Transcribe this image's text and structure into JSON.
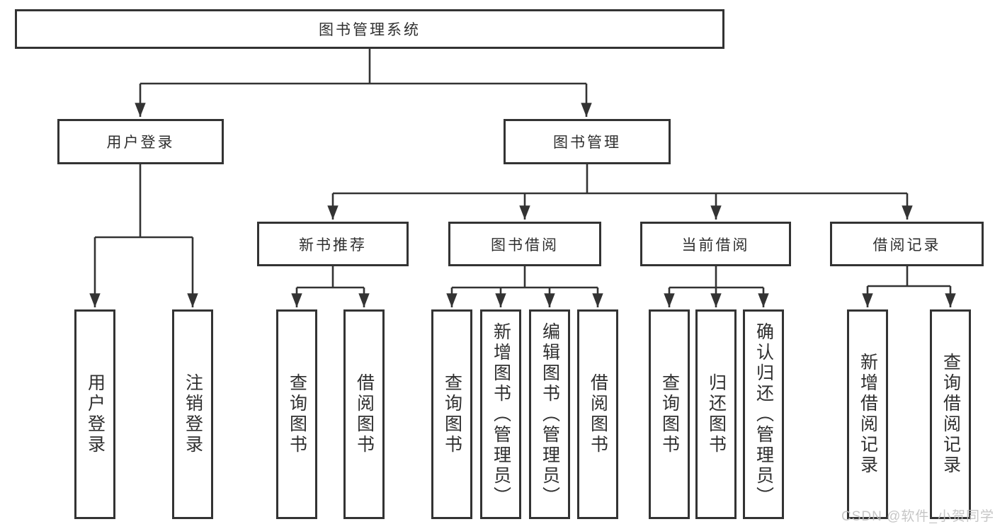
{
  "nodes": {
    "root": "图书管理系统",
    "level2": [
      "用户登录",
      "图书管理"
    ],
    "level3": [
      "新书推荐",
      "图书借阅",
      "当前借阅",
      "借阅记录"
    ],
    "level4": {
      "login": [
        "用户登录",
        "注销登录"
      ],
      "recommend": [
        "查询图书",
        "借阅图书"
      ],
      "borrow": [
        "查询图书",
        "新增图书（管理员）",
        "编辑图书（管理员）",
        "借阅图书"
      ],
      "current": [
        "查询图书",
        "归还图书",
        "确认归还（管理员）"
      ],
      "records": [
        "新增借阅记录",
        "查询借阅记录"
      ]
    }
  },
  "watermark": "CSDN @软件_小贺同学",
  "colors": {
    "line": "#333333",
    "box_border": "#333333",
    "text": "#2f2f2f",
    "watermark": "#c0c0c0",
    "background": "#ffffff"
  }
}
